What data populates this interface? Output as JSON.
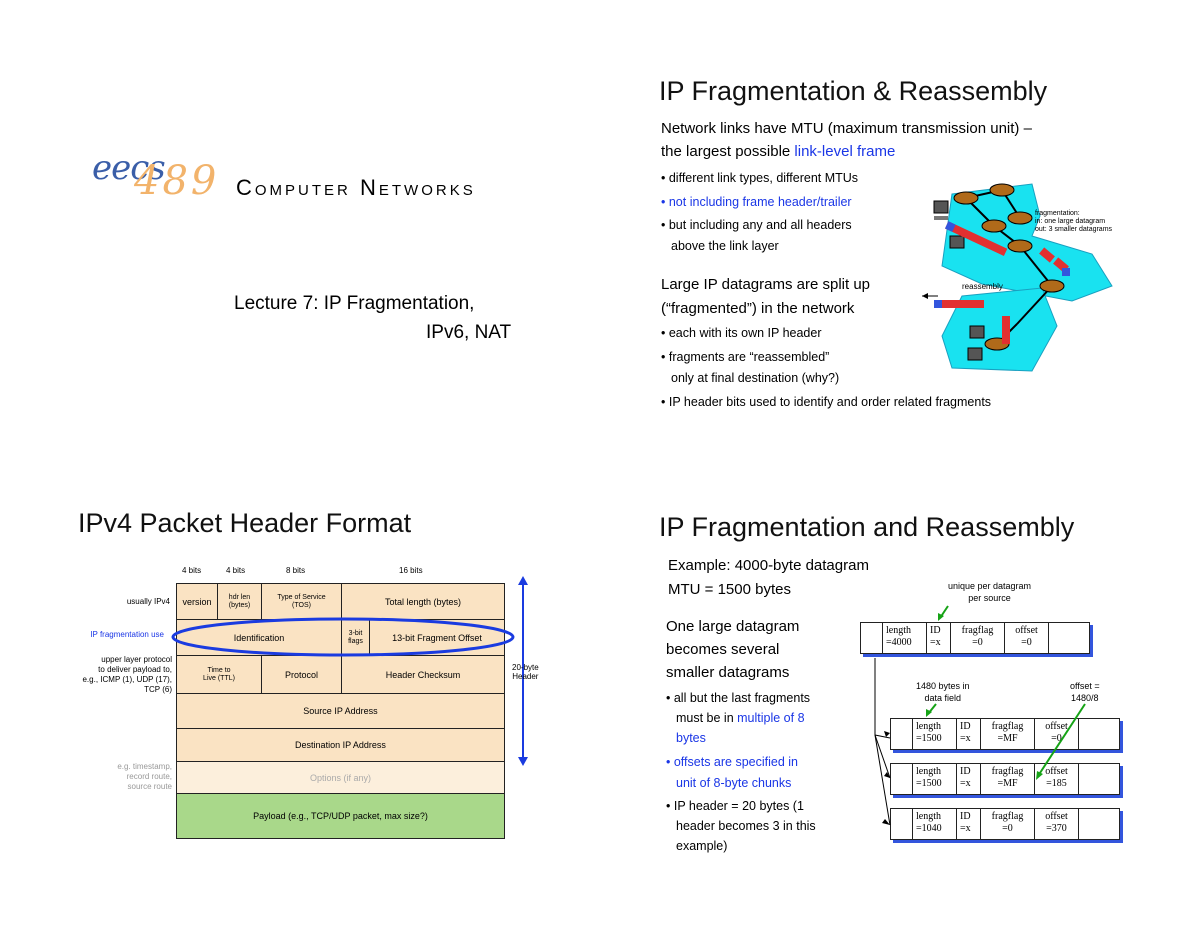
{
  "slide1": {
    "logo_eecs": "eecs",
    "logo_num": "489",
    "course": "Computer Networks",
    "lecture_line1": "Lecture 7: IP Fragmentation,",
    "lecture_line2": "IPv6, NAT"
  },
  "slide2": {
    "title": "IP Fragmentation & Reassembly",
    "mtu_line1": "Network links have MTU (maximum transmission unit) –",
    "mtu_line2_a": "the largest possible ",
    "mtu_line2_b": "link-level frame",
    "bullet1": "different link types, different MTUs",
    "bullet2": "not including frame header/trailer",
    "bullet3a": "but including any and all headers",
    "bullet3b": "above the link layer",
    "large_line1": "Large IP datagrams are  split up",
    "large_line2": "(“fragmented”) in the network",
    "bullet4": "each with its own IP header",
    "bullet5a": "fragments are “reassembled”",
    "bullet5b": "only at final destination (why?)",
    "bullet6": "IP header bits used to identify and order related fragments",
    "diagram_label_frag1": "fragmentation:",
    "diagram_label_frag2": "in: one large datagram",
    "diagram_label_frag3": "out: 3 smaller datagrams",
    "diagram_label_reassembly": "reassembly"
  },
  "slide3": {
    "title": "IPv4 Packet Header Format",
    "bits": [
      "4 bits",
      "4 bits",
      "8 bits",
      "16 bits"
    ],
    "left_labels": {
      "usually": "usually IPv4",
      "frag_use": "IP fragmentation use",
      "upper1": "upper layer protocol",
      "upper2": "to deliver payload to,",
      "upper3": "e.g., ICMP (1), UDP (17),",
      "upper4": "TCP (6)",
      "eg1": "e.g. timestamp,",
      "eg2": "record route,",
      "eg3": "source route"
    },
    "fields": {
      "version": "version",
      "hdr_len_1": "hdr len",
      "hdr_len_2": "(bytes)",
      "tos_1": "Type of Service",
      "tos_2": "(TOS)",
      "total_length": "Total length (bytes)",
      "identification": "Identification",
      "flags_1": "3-bit",
      "flags_2": "flags",
      "frag_offset": "13-bit Fragment Offset",
      "ttl_1": "Time to",
      "ttl_2": "Live (TTL)",
      "protocol": "Protocol",
      "checksum": "Header Checksum",
      "src": "Source IP Address",
      "dst": "Destination IP Address",
      "options": "Options (if any)",
      "payload": "Payload (e.g., TCP/UDP packet, max size?)"
    },
    "header_size_1": "20-byte",
    "header_size_2": "Header"
  },
  "slide4": {
    "title": "IP Fragmentation and Reassembly",
    "example_1": "Example: 4000-byte datagram",
    "example_2": "MTU = 1500 bytes",
    "one_large_1": "One large datagram",
    "one_large_2": "becomes several",
    "one_large_3": "smaller datagrams",
    "b1_1": "all but the last fragments",
    "b1_2a": "must be in ",
    "b1_2b": "multiple of 8",
    "b1_3": "bytes",
    "b2_1": "offsets are specified in",
    "b2_2": "unit of 8-byte chunks",
    "b3_1": "IP header = 20 bytes (1",
    "b3_2": "header becomes 3 in this",
    "b3_3": "example)",
    "unique_1": "unique per datagram",
    "unique_2": "per source",
    "bytes_1": "1480 bytes in",
    "bytes_2": "data field",
    "offset_note_1": "offset =",
    "offset_note_2": "1480/8",
    "orig": {
      "len_a": "length",
      "len_b": "=4000",
      "id_a": "ID",
      "id_b": "=x",
      "ff_a": "fragflag",
      "ff_b": "=0",
      "off_a": "offset",
      "off_b": "=0"
    },
    "frag1": {
      "len_a": "length",
      "len_b": "=1500",
      "id_a": "ID",
      "id_b": "=x",
      "ff_a": "fragflag",
      "ff_b": "=MF",
      "off_a": "offset",
      "off_b": "=0"
    },
    "frag2": {
      "len_a": "length",
      "len_b": "=1500",
      "id_a": "ID",
      "id_b": "=x",
      "ff_a": "fragflag",
      "ff_b": "=MF",
      "off_a": "offset",
      "off_b": "=185"
    },
    "frag3": {
      "len_a": "length",
      "len_b": "=1040",
      "id_a": "ID",
      "id_b": "=x",
      "ff_a": "fragflag",
      "ff_b": "=0",
      "off_a": "offset",
      "off_b": "=370"
    }
  },
  "colors": {
    "accent_blue": "#1a36e6",
    "header_fill": "#fae3c3",
    "payload_fill": "#a9d88a",
    "diagram_cyan": "#19e2f0"
  }
}
